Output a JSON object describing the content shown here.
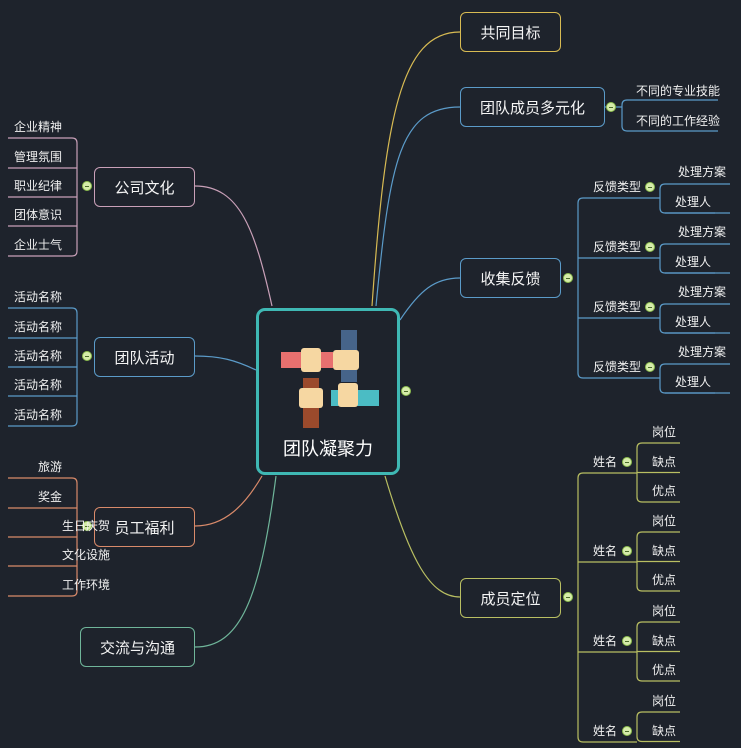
{
  "center": {
    "title": "团队凝聚力",
    "icon": "team-hands-icon"
  },
  "colors": {
    "background": "#1e232c",
    "center": "#3fb8b4",
    "goal": "#d8bb53",
    "blue": "#5b9bc9",
    "position": "#b9bf62",
    "culture": "#c9a0b8",
    "welfare": "#d98a6a",
    "communication": "#6fb59a"
  },
  "right": {
    "goal": {
      "label": "共同目标"
    },
    "diversity": {
      "label": "团队成员多元化",
      "children": [
        "不同的专业技能",
        "不同的工作经验"
      ]
    },
    "feedback": {
      "label": "收集反馈",
      "groups": [
        {
          "label": "反馈类型",
          "children": [
            "处理方案",
            "处理人"
          ]
        },
        {
          "label": "反馈类型",
          "children": [
            "处理方案",
            "处理人"
          ]
        },
        {
          "label": "反馈类型",
          "children": [
            "处理方案",
            "处理人"
          ]
        },
        {
          "label": "反馈类型",
          "children": [
            "处理方案",
            "处理人"
          ]
        }
      ]
    },
    "positioning": {
      "label": "成员定位",
      "groups": [
        {
          "label": "姓名",
          "children": [
            "岗位",
            "缺点",
            "优点"
          ]
        },
        {
          "label": "姓名",
          "children": [
            "岗位",
            "缺点",
            "优点"
          ]
        },
        {
          "label": "姓名",
          "children": [
            "岗位",
            "缺点",
            "优点"
          ]
        },
        {
          "label": "姓名",
          "children": [
            "岗位",
            "缺点"
          ]
        }
      ]
    }
  },
  "left": {
    "culture": {
      "label": "公司文化",
      "children": [
        "企业精神",
        "管理氛围",
        "职业纪律",
        "团体意识",
        "企业士气"
      ]
    },
    "activities": {
      "label": "团队活动",
      "children": [
        "活动名称",
        "活动名称",
        "活动名称",
        "活动名称",
        "活动名称"
      ]
    },
    "welfare": {
      "label": "员工福利",
      "children": [
        "旅游",
        "奖金",
        "生日庆贺",
        "文化设施",
        "工作环境"
      ]
    },
    "communication": {
      "label": "交流与沟通"
    }
  }
}
